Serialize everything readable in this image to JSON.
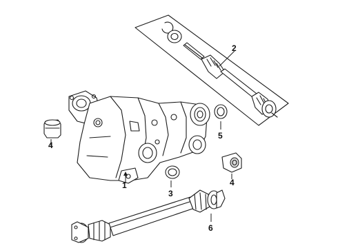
{
  "callouts": {
    "c1": "1",
    "c2": "2",
    "c3": "3",
    "c4a": "4",
    "c4b": "4",
    "c5": "5",
    "c6": "6"
  },
  "parts": [
    "differential-housing",
    "axle-shaft-kit",
    "seal-ring",
    "mount-bushing",
    "gasket-ring",
    "propeller-shaft"
  ],
  "colors": {
    "line": "#1a1a1a",
    "background": "#ffffff",
    "shade": "#d9d9d9"
  }
}
